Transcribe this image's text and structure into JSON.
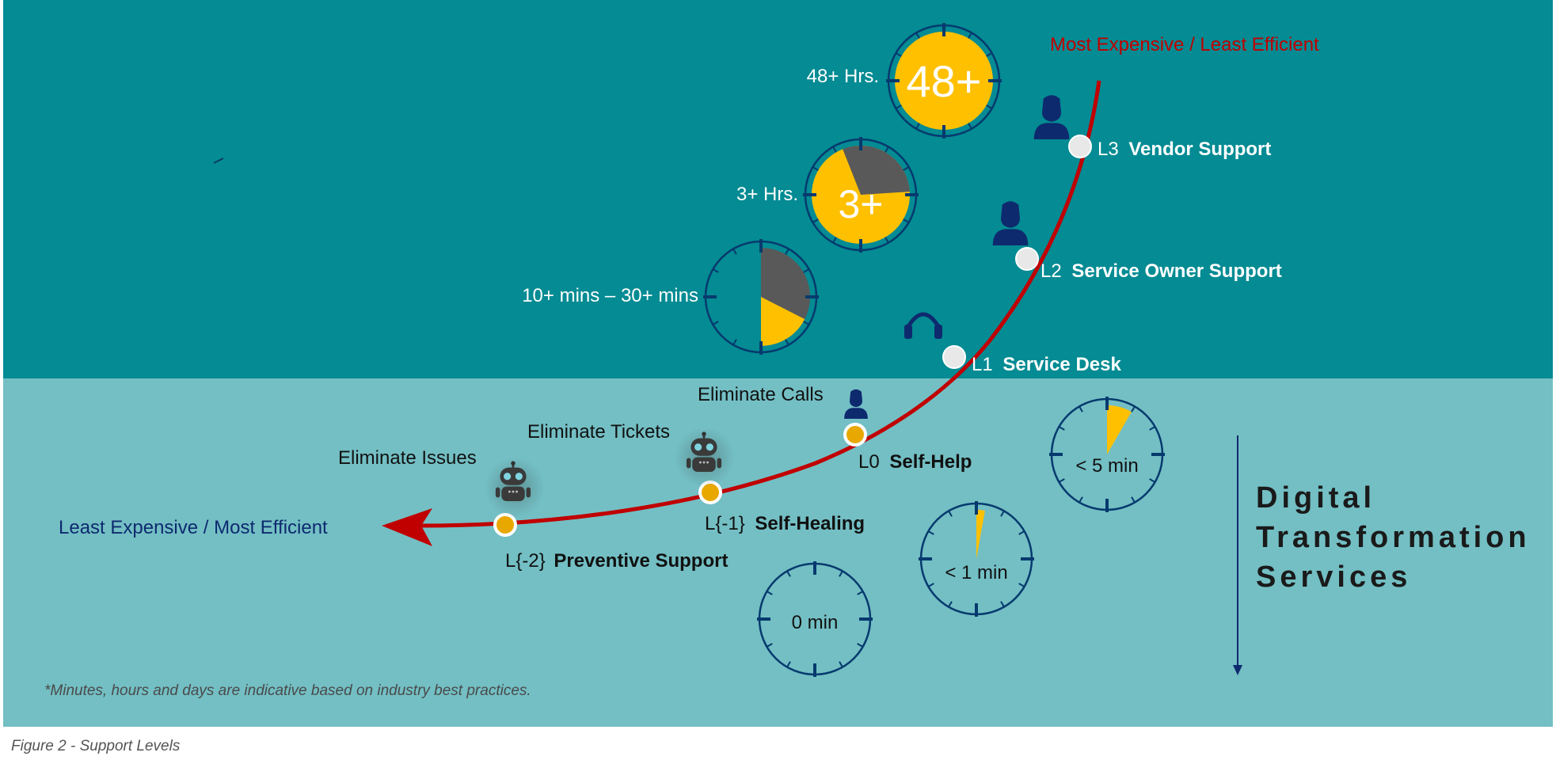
{
  "colors": {
    "top_band": "#048b93",
    "bottom_band": "#73bfc4",
    "curve": "#c00000",
    "node_white": "#e8e8e8",
    "node_yellow": "#e8a800",
    "clock_face": "#063a6e",
    "clock_fill": "#ffc000",
    "clock_grey": "#595959",
    "dark_blue_text": "#0e2a6e",
    "red_text": "#c00000"
  },
  "ends": {
    "most": "Most Expensive / Least Efficient",
    "least": "Least Expensive / Most Efficient"
  },
  "levels": {
    "l3": {
      "prefix": "L3",
      "name": "Vendor Support",
      "icon": "person-icon"
    },
    "l2": {
      "prefix": "L2",
      "name": "Service Owner Support",
      "icon": "person-icon"
    },
    "l1": {
      "prefix": "L1",
      "name": "Service Desk",
      "icon": "headset-icon"
    },
    "l0": {
      "prefix": "L0",
      "name": "Self-Help",
      "icon": "person-icon"
    },
    "lm1": {
      "prefix": "L{-1}",
      "name": "Self-Healing",
      "icon": "robot-icon"
    },
    "lm2": {
      "prefix": "L{-2}",
      "name": "Preventive Support",
      "icon": "robot-icon"
    }
  },
  "eliminate": {
    "calls": "Eliminate Calls",
    "tickets": "Eliminate Tickets",
    "issues": "Eliminate Issues"
  },
  "clocks": {
    "c48": {
      "label": "48+ Hrs.",
      "inner": "48+",
      "fill_fraction": 1.0
    },
    "c3": {
      "label": "3+ Hrs.",
      "inner": "3+",
      "fill_fraction": 0.83
    },
    "c10": {
      "label": "10+ mins – 30+ mins",
      "inner": "",
      "yellow_fraction": 0.125,
      "grey_fraction": 0.325
    },
    "c5": {
      "inner": "< 5 min",
      "fill_fraction": 0.083
    },
    "c1": {
      "inner": "< 1 min",
      "fill_fraction": 0.028
    },
    "c0": {
      "inner": "0 min",
      "fill_fraction": 0
    }
  },
  "side_title": {
    "line1": "Digital",
    "line2": "Transformation",
    "line3": "Services"
  },
  "footnote": "*Minutes, hours and days are indicative based on industry best practices.",
  "caption": "Figure 2 - Support Levels"
}
